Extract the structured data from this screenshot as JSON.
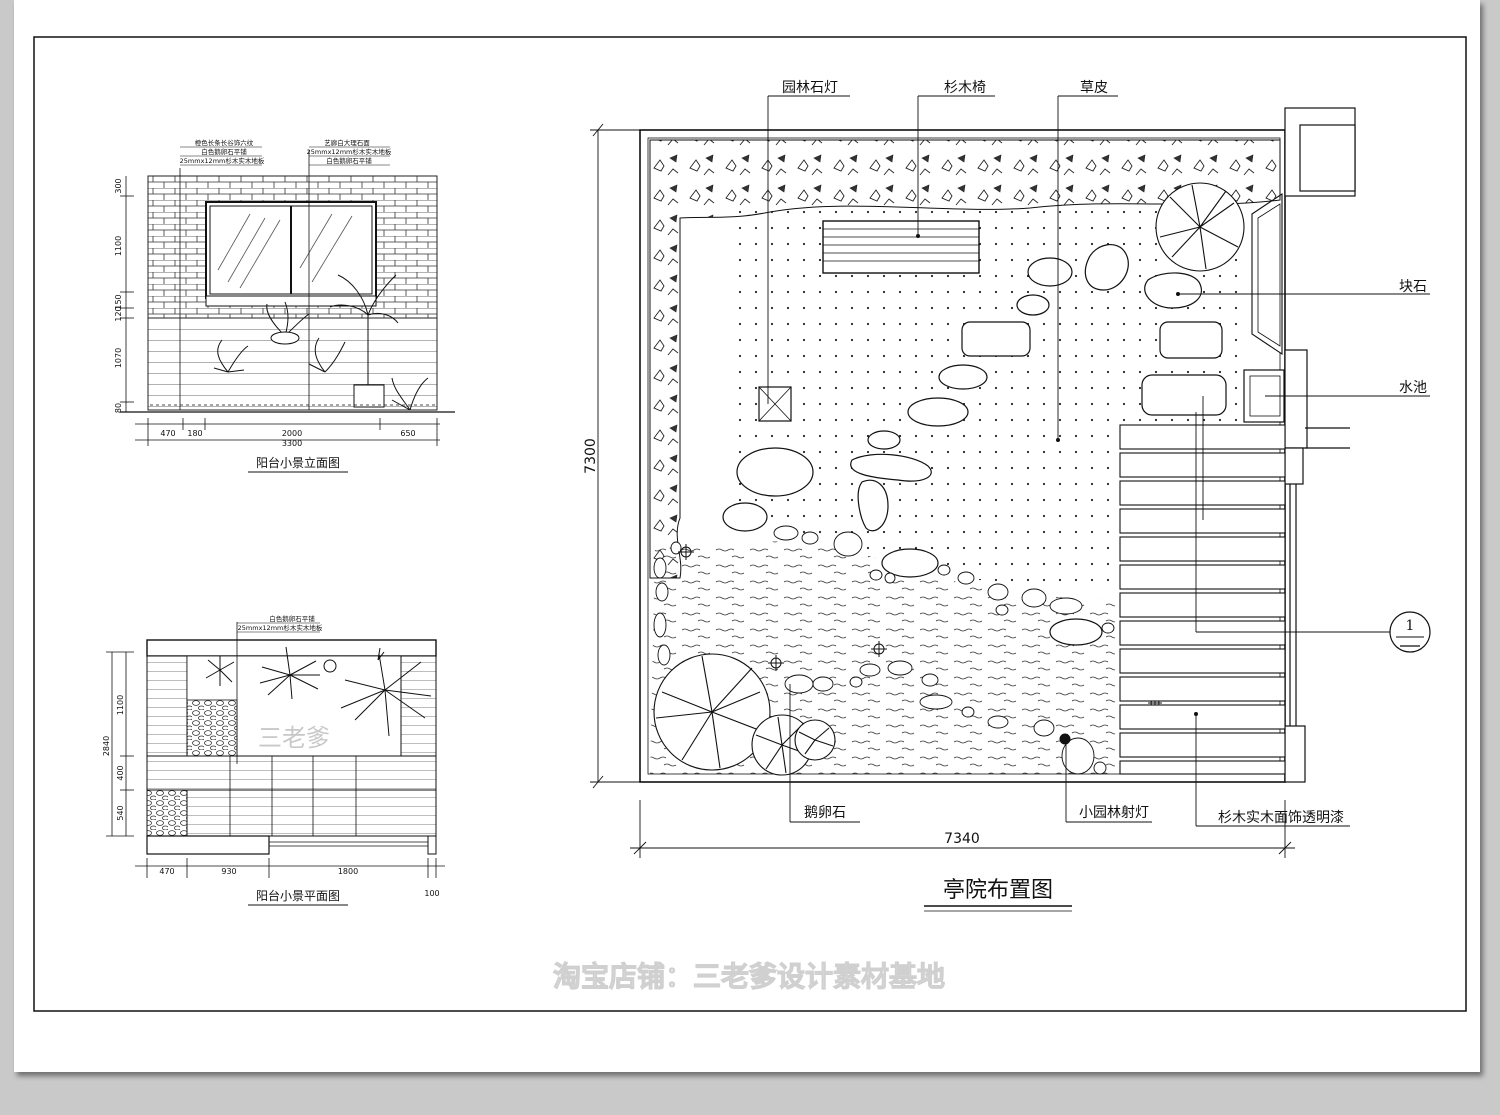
{
  "elevation": {
    "title": "阳台小景立面图",
    "notes_left": [
      "橙色长条长谷饰六纹",
      "白色鹅卵石平铺",
      "25mmx12mm杉木实木地板"
    ],
    "notes_right": [
      "艺廊白大理石面",
      "25mmx12mm杉木实木地板",
      "白色鹅卵石平铺"
    ],
    "dims_horizontal": [
      "470",
      "180",
      "2000",
      "650"
    ],
    "dim_total": "3300",
    "dims_vertical": [
      "300",
      "1100",
      "150",
      "120",
      "1070",
      "80"
    ]
  },
  "balcony_plan": {
    "title": "阳台小景平面图",
    "notes": [
      "白色鹅卵石平铺",
      "25mmx12mm杉木实木地板"
    ],
    "dims_horizontal": [
      "470",
      "930",
      "1800"
    ],
    "dim_extra": "100",
    "dims_vertical": [
      "1100",
      "400",
      "540"
    ],
    "dim_vertical_total": "2840",
    "watermark": "三老爹"
  },
  "courtyard": {
    "title": "亭院布置图",
    "labels": {
      "lamp": "园林石灯",
      "bench": "杉木椅",
      "lawn": "草皮",
      "rock": "块石",
      "pond": "水池",
      "pebble": "鹅卵石",
      "spotlight": "小园林射灯",
      "deck": "杉木实木面饰透明漆"
    },
    "dim_width": "7340",
    "dim_height": "7300",
    "section_mark": "1"
  },
  "footer_watermark": "淘宝店铺：三老爹设计素材基地"
}
